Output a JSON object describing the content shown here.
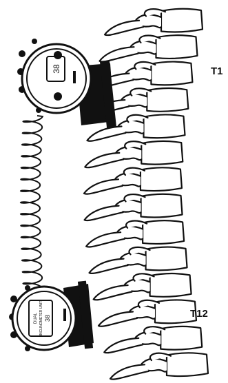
{
  "labels": {
    "top_vertebra": "T1",
    "bottom_vertebra": "T12"
  },
  "top_device": {
    "display_value": "38"
  },
  "bottom_device": {
    "display_line1": "DUAL",
    "display_line2": "INCLINOMETER UNIT",
    "display_value": "38"
  },
  "colors": {
    "ink": "#111111",
    "paper": "#ffffff"
  }
}
